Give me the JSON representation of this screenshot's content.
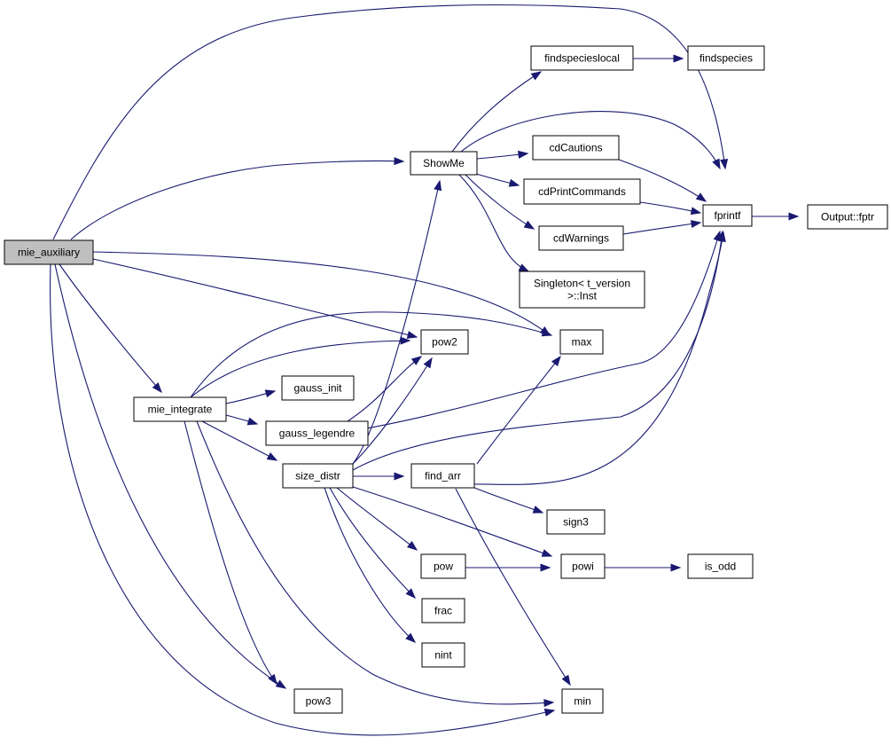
{
  "colors": {
    "edge": "#191970",
    "node_fill": "#ffffff",
    "focus_fill": "#bfbfbf",
    "border": "#000000"
  },
  "nodes": [
    {
      "id": "mie_auxiliary",
      "lines": [
        "mie_auxiliary"
      ],
      "focus": true
    },
    {
      "id": "fprintf",
      "lines": [
        "fprintf"
      ]
    },
    {
      "id": "ShowMe",
      "lines": [
        "ShowMe"
      ]
    },
    {
      "id": "mie_integrate",
      "lines": [
        "mie_integrate"
      ]
    },
    {
      "id": "pow2",
      "lines": [
        "pow2"
      ]
    },
    {
      "id": "max",
      "lines": [
        "max"
      ]
    },
    {
      "id": "pow3",
      "lines": [
        "pow3"
      ]
    },
    {
      "id": "min",
      "lines": [
        "min"
      ]
    },
    {
      "id": "findspecieslocal",
      "lines": [
        "findspecieslocal"
      ]
    },
    {
      "id": "findspecies",
      "lines": [
        "findspecies"
      ]
    },
    {
      "id": "cdCautions",
      "lines": [
        "cdCautions"
      ]
    },
    {
      "id": "cdPrintCommands",
      "lines": [
        "cdPrintCommands"
      ]
    },
    {
      "id": "cdWarnings",
      "lines": [
        "cdWarnings"
      ]
    },
    {
      "id": "Singleton",
      "lines": [
        "Singleton< t_version",
        ">::Inst"
      ]
    },
    {
      "id": "gauss_init",
      "lines": [
        "gauss_init"
      ]
    },
    {
      "id": "gauss_legendre",
      "lines": [
        "gauss_legendre"
      ]
    },
    {
      "id": "size_distr",
      "lines": [
        "size_distr"
      ]
    },
    {
      "id": "find_arr",
      "lines": [
        "find_arr"
      ]
    },
    {
      "id": "sign3",
      "lines": [
        "sign3"
      ]
    },
    {
      "id": "pow",
      "lines": [
        "pow"
      ]
    },
    {
      "id": "powi",
      "lines": [
        "powi"
      ]
    },
    {
      "id": "is_odd",
      "lines": [
        "is_odd"
      ]
    },
    {
      "id": "frac",
      "lines": [
        "frac"
      ]
    },
    {
      "id": "nint",
      "lines": [
        "nint"
      ]
    },
    {
      "id": "Output_fptr",
      "lines": [
        "Output::fptr"
      ]
    }
  ],
  "edges": [
    [
      "mie_auxiliary",
      "fprintf"
    ],
    [
      "mie_auxiliary",
      "ShowMe"
    ],
    [
      "mie_auxiliary",
      "max"
    ],
    [
      "mie_auxiliary",
      "pow2"
    ],
    [
      "mie_auxiliary",
      "mie_integrate"
    ],
    [
      "mie_auxiliary",
      "pow3"
    ],
    [
      "mie_auxiliary",
      "min"
    ],
    [
      "ShowMe",
      "findspecieslocal"
    ],
    [
      "ShowMe",
      "fprintf"
    ],
    [
      "ShowMe",
      "cdCautions"
    ],
    [
      "ShowMe",
      "cdPrintCommands"
    ],
    [
      "ShowMe",
      "cdWarnings"
    ],
    [
      "ShowMe",
      "Singleton"
    ],
    [
      "findspecieslocal",
      "findspecies"
    ],
    [
      "cdCautions",
      "fprintf"
    ],
    [
      "cdPrintCommands",
      "fprintf"
    ],
    [
      "cdWarnings",
      "fprintf"
    ],
    [
      "fprintf",
      "Output_fptr"
    ],
    [
      "mie_integrate",
      "max"
    ],
    [
      "mie_integrate",
      "pow2"
    ],
    [
      "mie_integrate",
      "gauss_init"
    ],
    [
      "mie_integrate",
      "gauss_legendre"
    ],
    [
      "mie_integrate",
      "size_distr"
    ],
    [
      "mie_integrate",
      "pow3"
    ],
    [
      "mie_integrate",
      "min"
    ],
    [
      "gauss_legendre",
      "pow2"
    ],
    [
      "gauss_legendre",
      "fprintf"
    ],
    [
      "size_distr",
      "ShowMe"
    ],
    [
      "size_distr",
      "pow2"
    ],
    [
      "size_distr",
      "fprintf"
    ],
    [
      "size_distr",
      "find_arr"
    ],
    [
      "size_distr",
      "powi"
    ],
    [
      "size_distr",
      "pow"
    ],
    [
      "size_distr",
      "frac"
    ],
    [
      "size_distr",
      "nint"
    ],
    [
      "find_arr",
      "max"
    ],
    [
      "find_arr",
      "fprintf"
    ],
    [
      "find_arr",
      "sign3"
    ],
    [
      "find_arr",
      "min"
    ],
    [
      "pow",
      "powi"
    ],
    [
      "powi",
      "is_odd"
    ]
  ]
}
